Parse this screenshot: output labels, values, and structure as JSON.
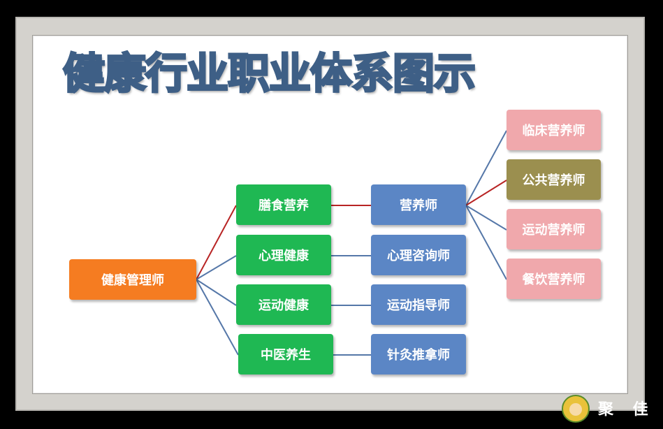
{
  "title": "健康行业职业体系图示",
  "root": "健康管理师",
  "level1": [
    "膳食营养",
    "心理健康",
    "运动健康",
    "中医养生"
  ],
  "level2": [
    "营养师",
    "心理咨询师",
    "运动指导师",
    "针灸推拿师"
  ],
  "level3": [
    "临床营养师",
    "公共营养师",
    "运动营养师",
    "餐饮营养师"
  ],
  "watermark": "聚 佳 一",
  "colors": {
    "root": "#f57c21",
    "level1": "#1fb853",
    "level2": "#5b86c5",
    "level3_pink": "#f0a8ac",
    "level3_highlight": "#9b8f4f",
    "line_red": "#b82424",
    "line_blue": "#5577a8"
  }
}
